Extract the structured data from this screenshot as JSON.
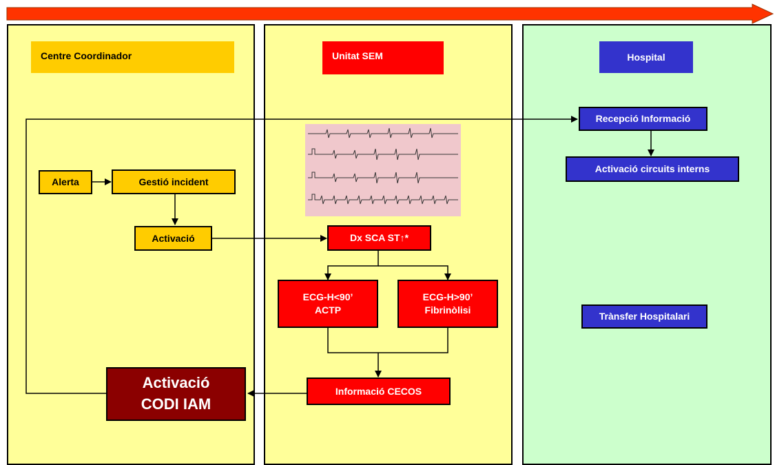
{
  "lanes": {
    "coordinator": {
      "title": "Centre Coordinador",
      "color": "#ffcc00"
    },
    "sem": {
      "title": "Unitat SEM",
      "color": "#ff0000"
    },
    "hospital": {
      "title": "Hospital",
      "color": "#3333cc"
    }
  },
  "nodes": {
    "alerta": "Alerta",
    "gestio": "Gestió incident",
    "activacio": "Activació",
    "activacio_codi": "Activació\nCODI IAM",
    "dx": "Dx SCA ST↑*",
    "ecg_lt90": "ECG-H<90’\nACTP",
    "ecg_gt90": "ECG-H>90’\nFibrinòlisi",
    "informacio": "Informació CECOS",
    "recepcio": "Recepció Informació",
    "circuits": "Activació circuits interns",
    "transfer": "Trànsfer Hospitalari"
  },
  "colors": {
    "lane_yellow": "#ffff99",
    "lane_green": "#ccffcc",
    "timeline_arrow": "#ff3300",
    "dark_red": "#8b0000"
  },
  "images": {
    "ecg": "ecg-strip-image"
  }
}
